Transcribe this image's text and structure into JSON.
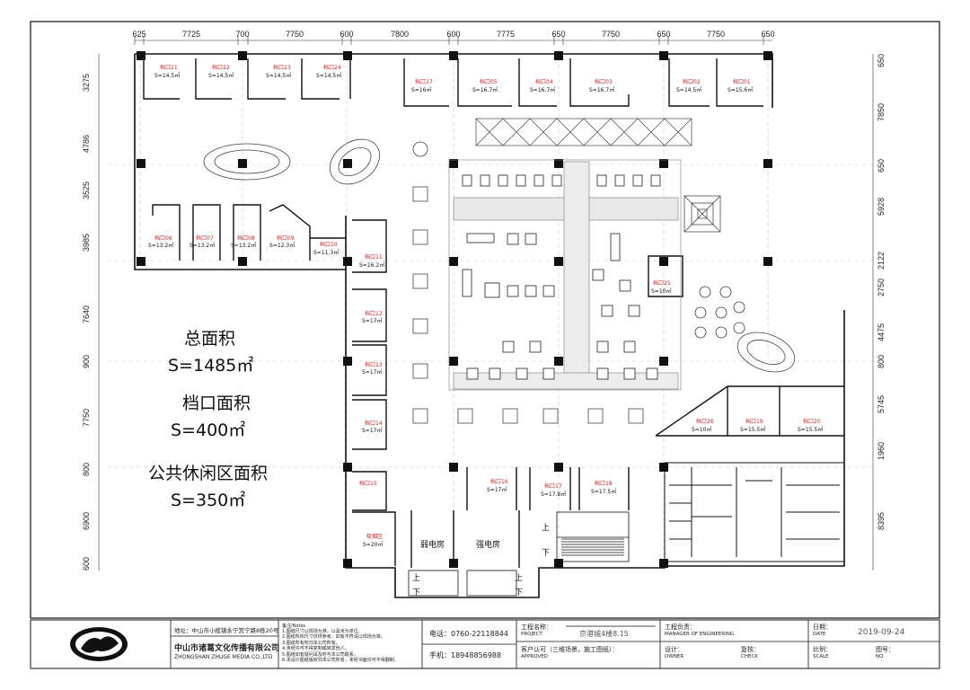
{
  "dimensions_top": [
    "625",
    "7725",
    "700",
    "7750",
    "600",
    "7800",
    "600",
    "7775",
    "650",
    "7750",
    "650",
    "7750",
    "650"
  ],
  "dimensions_left": [
    "3275",
    "4786",
    "3525",
    "3985",
    "7640",
    "900",
    "7750",
    "800",
    "6900",
    "600"
  ],
  "dimensions_right": [
    "650",
    "7850",
    "650",
    "5928",
    "2122",
    "2750",
    "4475",
    "800",
    "5745",
    "1960",
    "8395"
  ],
  "stalls": [
    {
      "label": "档口21",
      "area": "S=14.5㎡"
    },
    {
      "label": "档口22",
      "area": "S=14.5㎡"
    },
    {
      "label": "档口23",
      "area": "S=14.5㎡"
    },
    {
      "label": "档口24",
      "area": "S=14.5㎡"
    },
    {
      "label": "档口27",
      "area": "S=16㎡"
    },
    {
      "label": "档口05",
      "area": "S=16.7㎡"
    },
    {
      "label": "档口04",
      "area": "S=16.7㎡"
    },
    {
      "label": "档口03",
      "area": "S=16.7㎡"
    },
    {
      "label": "档口02",
      "area": "S=14.5㎡"
    },
    {
      "label": "档口01",
      "area": "S=15.6㎡"
    },
    {
      "label": "档口06",
      "area": "S=13.2㎡"
    },
    {
      "label": "档口07",
      "area": "S=13.2㎡"
    },
    {
      "label": "档口08",
      "area": "S=13.2㎡"
    },
    {
      "label": "档口09",
      "area": "S=12.3㎡"
    },
    {
      "label": "档口10",
      "area": "S=11.3㎡"
    },
    {
      "label": "档口11",
      "area": "S=16.2㎡"
    },
    {
      "label": "档口12",
      "area": "S=17㎡"
    },
    {
      "label": "档口13",
      "area": "S=17㎡"
    },
    {
      "label": "档口14",
      "area": "S=17㎡"
    },
    {
      "label": "档口15",
      "area": ""
    },
    {
      "label": "档口16",
      "area": "S=17㎡"
    },
    {
      "label": "档口17",
      "area": "S=17.8㎡"
    },
    {
      "label": "档口18",
      "area": "S=17.5㎡"
    },
    {
      "label": "档口25",
      "area": "S=10㎡"
    },
    {
      "label": "档口26",
      "area": "S=10㎡"
    },
    {
      "label": "档口19",
      "area": "S=15.5㎡"
    },
    {
      "label": "档口20",
      "area": "S=15.5㎡"
    }
  ],
  "rooms": {
    "smoking": "吸烟区",
    "smoking_area": "S=20㎡",
    "weak_electric": "弱电房",
    "strong_electric": "强电房",
    "up": "上",
    "down": "下"
  },
  "summary": {
    "total_label": "总面积",
    "total_value": "S=1485㎡",
    "stall_label": "档口面积",
    "stall_value": "S=400㎡",
    "public_label": "公共休闲区面积",
    "public_value": "S=350㎡"
  },
  "title_block": {
    "address": "地址：中山市小榄镇永宁宾宁路8栋20号",
    "company_cn": "中山市诸葛文化传播有限公司",
    "company_en": "ZHONGSHAN ZHUGE MEDIA CO.,LTD",
    "notes_title": "备注/Notes",
    "notes": [
      "1.图纸尺寸以现场为准，以毫米为单位。",
      "2.图纸所标尺寸仅供参考，如有不符请以现场为准。",
      "3.图纸所有权归本公司所有。",
      "4.未经许可不得复制或转发他人。",
      "5.图纸如有疑问请及时与本公司联系。",
      "6.本设计图纸版权归本公司所有，未经书面许可不得翻制。"
    ],
    "phone": "电话：0760-22118844",
    "mobile": "手机：18948856988",
    "project_name_label": "工程名称：",
    "project_name_en": "PROJECT",
    "project_name": "京港城4楼8.15",
    "manager_label": "工程负责：",
    "manager_en": "MANAGER OF ENGINEERING",
    "date_label": "日期：",
    "date_en": "DATE",
    "date": "2019-09-24",
    "approved_label": "客户认可（三维场景，施工图纸）：",
    "approved_en": "APPROVED",
    "design_label": "设计：",
    "design_en": "OWNER",
    "review_label": "复核：",
    "review_en": "CHECK",
    "scale_label": "比例：",
    "scale_en": "SCALE",
    "drawing_no_label": "图号：",
    "drawing_no_en": "NO."
  },
  "colors": {
    "stall_label": "#c0262a",
    "line": "#111111",
    "grid": "#c9c9c9"
  }
}
